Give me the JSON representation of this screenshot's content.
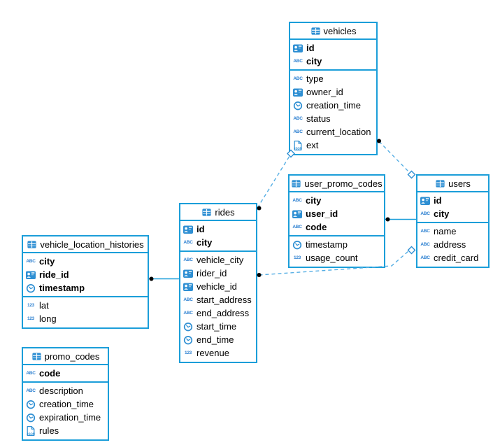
{
  "icon_labels": {
    "text": "ABC",
    "number": "123",
    "json": "JSON"
  },
  "colors": {
    "table_border": "#1b9ed9",
    "line_solid": "#1b9ed9",
    "line_dashed": "#55aee4",
    "icon_blue": "#2e8fd3",
    "letter_icon_blue": "#2b7fd0",
    "connector_dot": "#000000",
    "text": "#000000",
    "background": "#ffffff"
  },
  "tables": [
    {
      "name": "vehicles",
      "columns": [
        {
          "name": "id",
          "icon": "id",
          "key": true
        },
        {
          "name": "city",
          "icon": "text",
          "key": true
        },
        {
          "name": "type",
          "icon": "text"
        },
        {
          "name": "owner_id",
          "icon": "id"
        },
        {
          "name": "creation_time",
          "icon": "datetime"
        },
        {
          "name": "status",
          "icon": "text"
        },
        {
          "name": "current_location",
          "icon": "text"
        },
        {
          "name": "ext",
          "icon": "json"
        }
      ]
    },
    {
      "name": "user_promo_codes",
      "columns": [
        {
          "name": "city",
          "icon": "text",
          "key": true
        },
        {
          "name": "user_id",
          "icon": "id",
          "key": true
        },
        {
          "name": "code",
          "icon": "text",
          "key": true
        },
        {
          "name": "timestamp",
          "icon": "datetime"
        },
        {
          "name": "usage_count",
          "icon": "number"
        }
      ]
    },
    {
      "name": "users",
      "columns": [
        {
          "name": "id",
          "icon": "id",
          "key": true
        },
        {
          "name": "city",
          "icon": "text",
          "key": true
        },
        {
          "name": "name",
          "icon": "text"
        },
        {
          "name": "address",
          "icon": "text"
        },
        {
          "name": "credit_card",
          "icon": "text"
        }
      ]
    },
    {
      "name": "rides",
      "columns": [
        {
          "name": "id",
          "icon": "id",
          "key": true
        },
        {
          "name": "city",
          "icon": "text",
          "key": true
        },
        {
          "name": "vehicle_city",
          "icon": "text"
        },
        {
          "name": "rider_id",
          "icon": "id"
        },
        {
          "name": "vehicle_id",
          "icon": "id"
        },
        {
          "name": "start_address",
          "icon": "text"
        },
        {
          "name": "end_address",
          "icon": "text"
        },
        {
          "name": "start_time",
          "icon": "datetime"
        },
        {
          "name": "end_time",
          "icon": "datetime"
        },
        {
          "name": "revenue",
          "icon": "number"
        }
      ]
    },
    {
      "name": "vehicle_location_histories",
      "columns": [
        {
          "name": "city",
          "icon": "text",
          "key": true
        },
        {
          "name": "ride_id",
          "icon": "id",
          "key": true
        },
        {
          "name": "timestamp",
          "icon": "datetime",
          "key": true
        },
        {
          "name": "lat",
          "icon": "number"
        },
        {
          "name": "long",
          "icon": "number"
        }
      ]
    },
    {
      "name": "promo_codes",
      "columns": [
        {
          "name": "code",
          "icon": "text",
          "key": true
        },
        {
          "name": "description",
          "icon": "text"
        },
        {
          "name": "creation_time",
          "icon": "datetime"
        },
        {
          "name": "expiration_time",
          "icon": "datetime"
        },
        {
          "name": "rules",
          "icon": "json"
        }
      ]
    }
  ],
  "relationships": [
    {
      "from": "vehicles",
      "to": "users",
      "style": "dashed"
    },
    {
      "from": "rides",
      "to": "vehicles",
      "style": "dashed"
    },
    {
      "from": "rides",
      "to": "users",
      "style": "dashed"
    },
    {
      "from": "user_promo_codes",
      "to": "users",
      "style": "solid"
    },
    {
      "from": "vehicle_location_histories",
      "to": "rides",
      "style": "solid"
    }
  ]
}
